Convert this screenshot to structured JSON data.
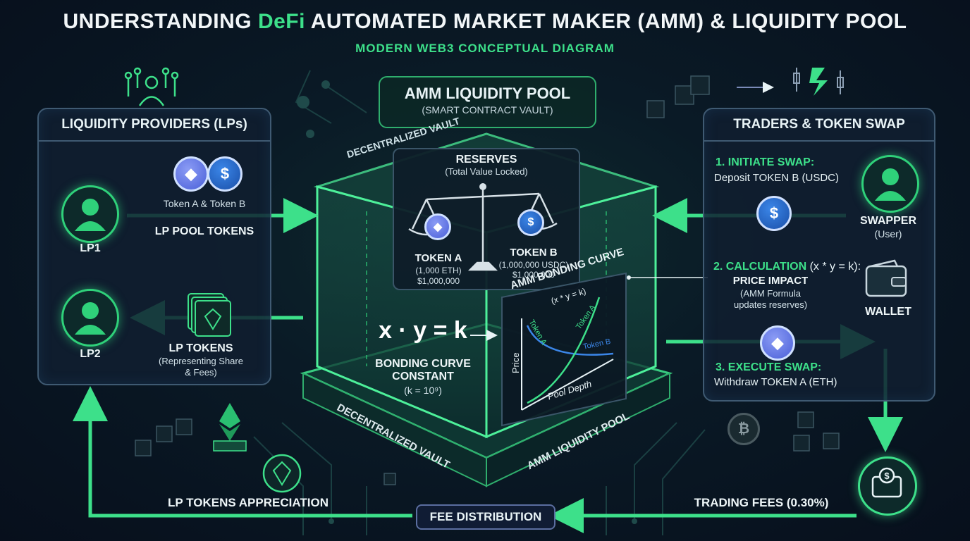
{
  "header": {
    "title_pre": "UNDERSTANDING ",
    "title_highlight": "DeFi",
    "title_post": " AUTOMATED MARKET MAKER (AMM) & LIQUIDITY POOL",
    "subtitle": "MODERN WEB3 CONCEPTUAL DIAGRAM"
  },
  "lp_panel": {
    "title": "LIQUIDITY PROVIDERS (LPs)",
    "lp1": "LP1",
    "lp2": "LP2",
    "tokens_label": "Token A & Token B",
    "pool_tokens_label": "LP POOL TOKENS",
    "lp_tokens_title": "LP TOKENS",
    "lp_tokens_sub1": "(Representing Share",
    "lp_tokens_sub2": "& Fees)"
  },
  "pool": {
    "title": "AMM LIQUIDITY POOL",
    "subtitle": "(SMART CONTRACT VAULT)",
    "edge_top": "DECENTRALIZED VAULT",
    "edge_bottom_left": "DECENTRALIZED VAULT",
    "edge_bottom_right": "AMM LIQUIDITY POOL",
    "reserves_title": "RESERVES",
    "reserves_sub": "(Total Value Locked)",
    "token_a": {
      "name": "TOKEN A",
      "amount": "(1,000 ETH)",
      "value": "$1,000,000"
    },
    "token_b": {
      "name": "TOKEN B",
      "amount": "(1,000,000 USDC)",
      "value": "$1,000,000"
    },
    "formula": "x · y = k",
    "constant_title1": "BONDING CURVE",
    "constant_title2": "CONSTANT",
    "constant_value": "(k = 10⁹)",
    "curve": {
      "title": "AMM BONDING CURVE",
      "formula": "(x * y = k)",
      "ylabel": "Price",
      "xlabel": "Pool Depth",
      "series_a": "Token A",
      "series_b": "Token B",
      "series_a2": "Token A"
    }
  },
  "trader_panel": {
    "title": "TRADERS & TOKEN SWAP",
    "step1_title": "1. INITIATE SWAP:",
    "step1_text": "Deposit TOKEN B (USDC)",
    "swapper": "SWAPPER",
    "swapper_sub": "(User)",
    "step2_title": "2. CALCULATION",
    "step2_formula": " (x * y = k):",
    "step2_impact": "PRICE IMPACT",
    "step2_sub1": "(AMM Formula",
    "step2_sub2": "updates reserves)",
    "wallet": "WALLET",
    "step3_title": "3. EXECUTE SWAP:",
    "step3_text": "Withdraw TOKEN A (ETH)"
  },
  "bottom": {
    "appreciation": "LP TOKENS APPRECIATION",
    "fee_distribution": "FEE DISTRIBUTION",
    "trading_fees": "TRADING FEES (0.30%)"
  },
  "icons": {
    "eth": "ethereum-icon",
    "usdc": "usdc-icon",
    "user": "user-icon",
    "wallet": "wallet-icon",
    "scale": "balance-scale-icon",
    "bitcoin": "bitcoin-icon"
  },
  "colors": {
    "accent": "#3de08a",
    "panel_border": "#3f5a72",
    "background": "#0a1a26"
  }
}
